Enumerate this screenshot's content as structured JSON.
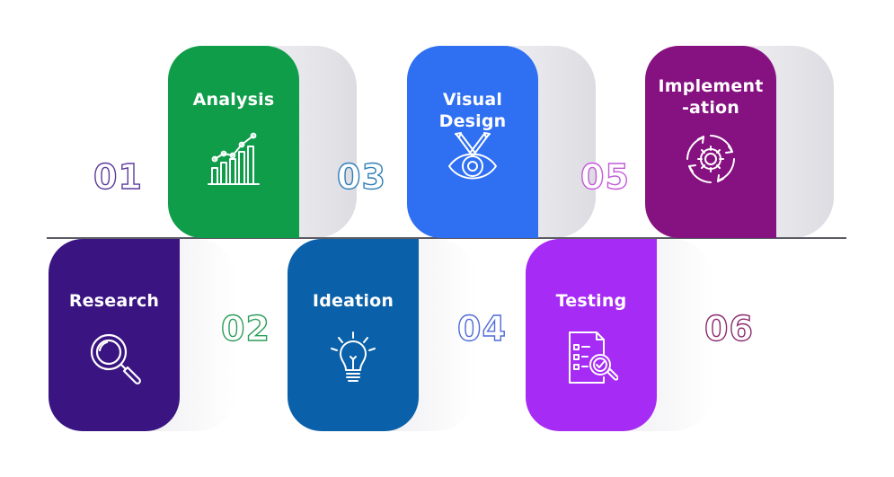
{
  "steps": [
    {
      "number": "01",
      "label": "Analysis",
      "icon": "bar-chart-trend-icon",
      "color": "#0f9d49",
      "number_color": "#5b3a9b"
    },
    {
      "number": "02",
      "label": "Research",
      "icon": "magnifier-icon",
      "color": "#3a1582",
      "number_color": "#2e9d5a"
    },
    {
      "number": "03",
      "label": "Visual Design",
      "icon": "eye-pencils-icon",
      "color": "#2f6ff2",
      "number_color": "#2f7fb8"
    },
    {
      "number": "04",
      "label": "Ideation",
      "icon": "lightbulb-icon",
      "color": "#0a61a9",
      "number_color": "#4f6bd8"
    },
    {
      "number": "05",
      "label": "Implement\n-ation",
      "icon": "gear-cycle-icon",
      "color": "#861181",
      "number_color": "#c45bd8"
    },
    {
      "number": "06",
      "label": "Testing",
      "icon": "checklist-search-icon",
      "color": "#a62bf4",
      "number_color": "#8a2a6e"
    }
  ]
}
